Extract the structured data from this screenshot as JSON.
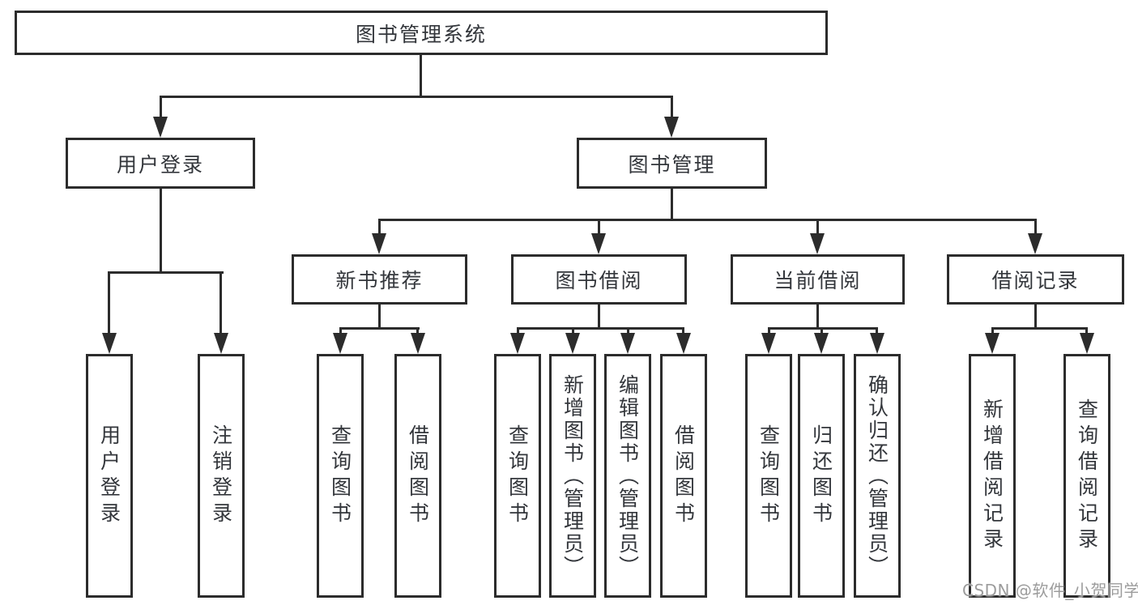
{
  "diagram": {
    "title": "图书管理系统",
    "colors": {
      "line": "#2c2c2c",
      "text": "#33363b",
      "watermark": "#9c9c9c",
      "background": "#ffffff"
    },
    "tree": {
      "root": "图书管理系统",
      "branches": [
        {
          "label": "用户登录",
          "children": [
            "用户登录",
            "注销登录"
          ]
        },
        {
          "label": "图书管理",
          "groups": [
            {
              "label": "新书推荐",
              "children": [
                "查询图书",
                "借阅图书"
              ]
            },
            {
              "label": "图书借阅",
              "children": [
                "查询图书",
                "新增图书（管理员）",
                "编辑图书（管理员）",
                "借阅图书"
              ]
            },
            {
              "label": "当前借阅",
              "children": [
                "查询图书",
                "归还图书",
                "确认归还（管理员）"
              ]
            },
            {
              "label": "借阅记录",
              "children": [
                "新增借阅记录",
                "查询借阅记录"
              ]
            }
          ]
        }
      ]
    },
    "watermark": "CSDN @软件_小贺同学"
  }
}
